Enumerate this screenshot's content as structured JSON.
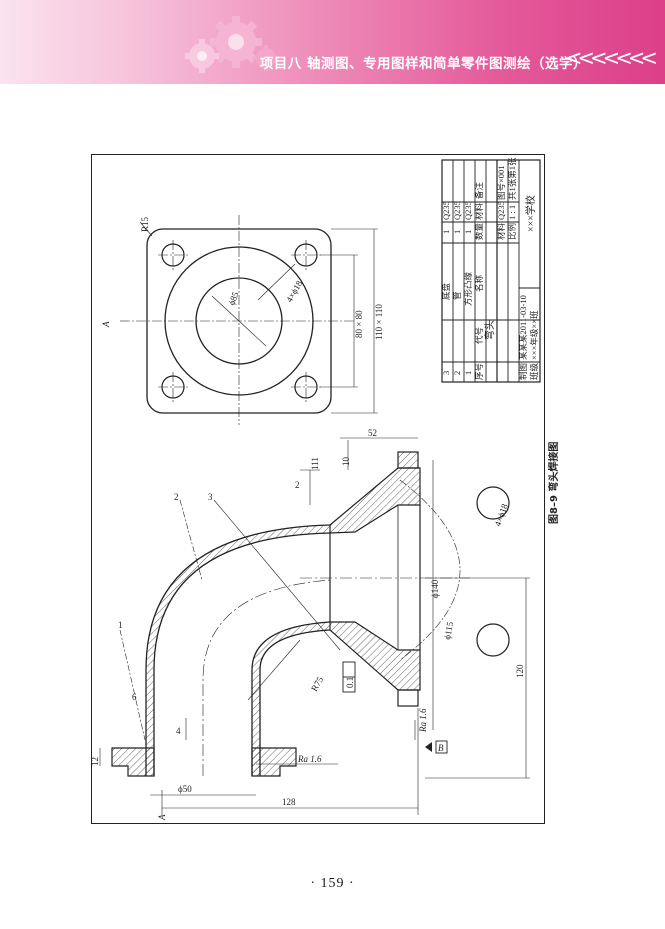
{
  "header": {
    "title": "项目八   轴测图、专用图样和简单零件图测绘（选学）",
    "chevrons": "<<<<<<<"
  },
  "figure": {
    "caption": "图8–9   弯头焊接图",
    "top_view": {
      "dim_square_inner": "80 × 80",
      "dim_square_outer": "110 × 110",
      "dim_bore": "ϕ85",
      "dim_holes": "4×ϕ18",
      "dim_radius": "R15",
      "section_mark": "A"
    },
    "main_view": {
      "dim_top": "52",
      "dim_small": "10",
      "dim_d140": "ϕ140",
      "dim_d115": "ϕ115",
      "dim_holes": "4×ϕ18",
      "dim_120": "120",
      "dim_128": "128",
      "dim_d50": "ϕ50",
      "dim_12": "12",
      "dim_R75": "R75",
      "dim_4": "4",
      "dim_6": "6",
      "tolerance_value": "0.1",
      "datum_letter": "B",
      "roughness_1": "Ra 1.6",
      "roughness_2": "Ra 1.6",
      "weld_2": "2",
      "weld_111": "111",
      "leader_1": "1",
      "leader_2": "2",
      "leader_3": "3",
      "section_mark": "A"
    },
    "title_block": {
      "parts_header": {
        "no": "序号",
        "code": "代号",
        "name": "名称",
        "qty": "数量",
        "material": "材料",
        "note": "备注"
      },
      "parts": [
        {
          "no": "3",
          "name": "底盘",
          "qty": "1",
          "material": "Q235"
        },
        {
          "no": "2",
          "name": "管",
          "qty": "1",
          "material": "Q235"
        },
        {
          "no": "1",
          "name": "方形凸缘",
          "qty": "1",
          "material": "Q235"
        }
      ],
      "part_name": "弯头",
      "material_label": "材料",
      "material_value": "Q235",
      "drawing_no_label": "图号",
      "drawing_no_value": "×001",
      "scale_label": "比例",
      "scale_value": "1 : 1",
      "sheets": "共1张第1张",
      "drawn_label": "制图",
      "drawn_value": "某某某2011-03-10",
      "class_label": "班级",
      "class_value": "×××年级××班",
      "school": "×××学校"
    }
  },
  "page_number": "· 159 ·"
}
